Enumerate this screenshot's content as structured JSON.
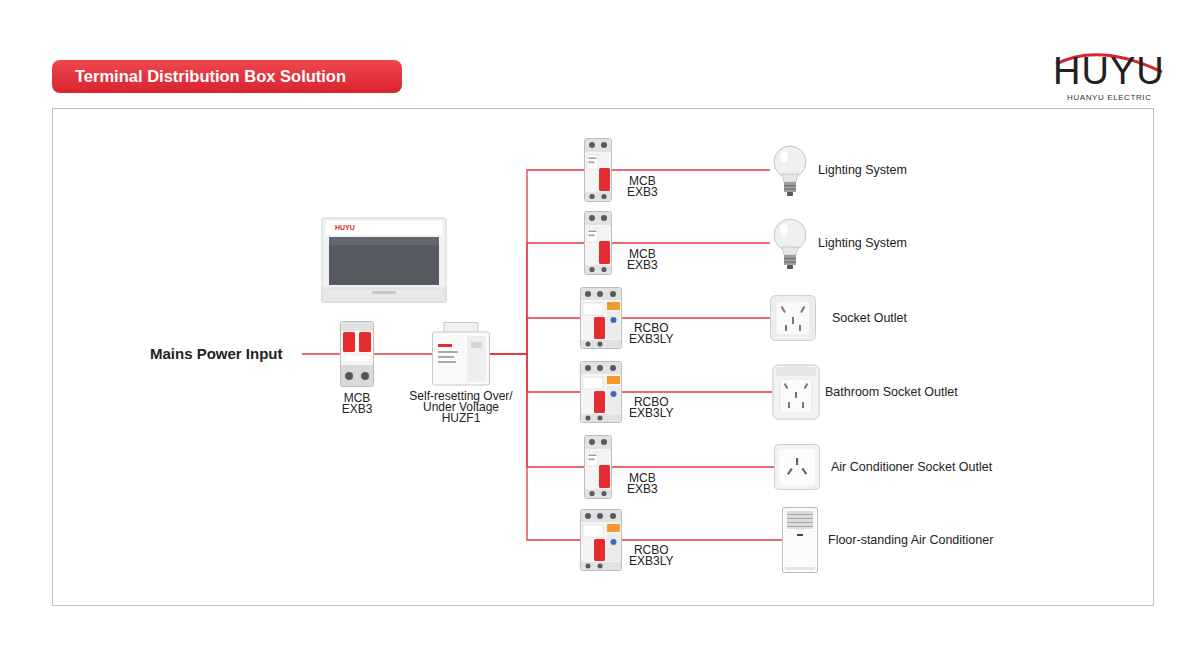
{
  "diagram": {
    "title": "Terminal Distribution Box Solution",
    "nodes": [
      {
        "text": [
          "Mains Power Input"
        ]
      },
      {
        "text": [
          "MCB EXB3"
        ]
      },
      {
        "text": [
          "Self-resetting Over/ Under Voltage HUZF1"
        ]
      },
      {
        "text": [
          "MCB EXB3"
        ]
      },
      {
        "text": [
          "Lighting System"
        ]
      },
      {
        "text": [
          "MCB EXB3"
        ]
      },
      {
        "text": [
          "Lighting System"
        ]
      },
      {
        "text": [
          "RCBO EXB3LY"
        ]
      },
      {
        "text": [
          "Socket Outlet"
        ]
      },
      {
        "text": [
          "RCBO EXB3LY"
        ]
      },
      {
        "text": [
          "Bathroom Socket Outlet"
        ]
      },
      {
        "text": [
          "MCB EXB3"
        ]
      },
      {
        "text": [
          "Air Conditioner Socket Outlet"
        ]
      },
      {
        "text": [
          "RCBO EXB3LY"
        ]
      },
      {
        "text": [
          "Floor-standing Air Conditioner"
        ]
      }
    ],
    "edges": [
      {
        "from": 0,
        "to": 1,
        "arrow": "none"
      },
      {
        "from": 1,
        "to": 2,
        "arrow": "none"
      },
      {
        "from": 2,
        "to": 3,
        "arrow": "none"
      },
      {
        "from": 2,
        "to": 5,
        "arrow": "none"
      },
      {
        "from": 2,
        "to": 7,
        "arrow": "none"
      },
      {
        "from": 2,
        "to": 9,
        "arrow": "none"
      },
      {
        "from": 2,
        "to": 11,
        "arrow": "none"
      },
      {
        "from": 2,
        "to": 13,
        "arrow": "none"
      },
      {
        "from": 3,
        "to": 4,
        "arrow": "none"
      },
      {
        "from": 5,
        "to": 6,
        "arrow": "none"
      },
      {
        "from": 7,
        "to": 8,
        "arrow": "none"
      },
      {
        "from": 9,
        "to": 10,
        "arrow": "none"
      },
      {
        "from": 11,
        "to": 12,
        "arrow": "none"
      },
      {
        "from": 13,
        "to": 14,
        "arrow": "none"
      }
    ],
    "labels": [
      "HUYU",
      "HUANYU ELECTRIC",
      "HUYU"
    ]
  }
}
